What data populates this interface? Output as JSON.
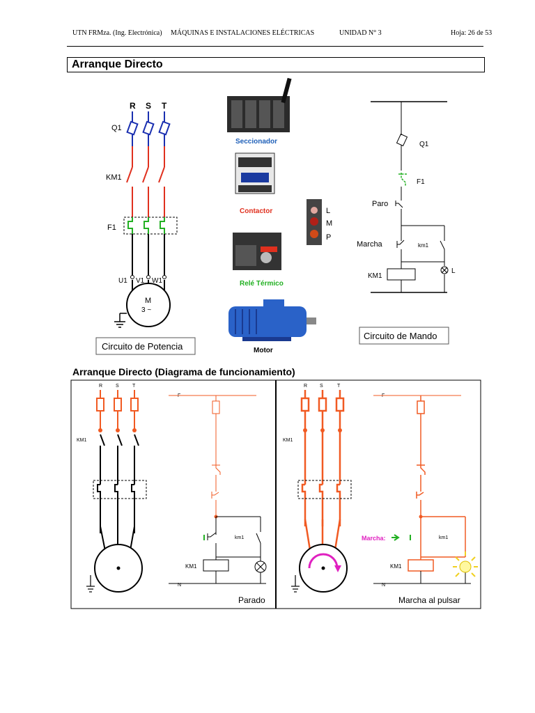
{
  "header": {
    "institution": "UTN  FRMza.  (Ing. Electrónica)",
    "course": "MÁQUINAS E INSTALACIONES ELÉCTRICAS",
    "unit": "UNIDAD N° 3",
    "page": "Hoja: 26 de 53"
  },
  "section_title": "Arranque Directo",
  "power_circuit": {
    "phases": [
      "R",
      "S",
      "T"
    ],
    "fuse_label": "Q1",
    "contactor_label": "KM1",
    "relay_label": "F1",
    "terminals": [
      "U1",
      "V1",
      "W1"
    ],
    "motor_label": "M",
    "motor_sub": "3 ~",
    "caption": "Circuito de Potencia"
  },
  "components": {
    "seccionador": "Seccionador",
    "contactor": "Contactor",
    "rele": "Relé Térmico",
    "motor": "Motor",
    "panel_labels": [
      "L",
      "M",
      "P"
    ]
  },
  "control_circuit": {
    "q1": "Q1",
    "f1": "F1",
    "paro": "Paro",
    "marcha": "Marcha",
    "km1_small": "km1",
    "km1_coil": "KM1",
    "lamp": "L",
    "caption": "Circuito de Mando"
  },
  "diagram_title": "Arranque Directo (Diagrama de funcionamiento)",
  "diagram": {
    "phases": [
      "R",
      "S",
      "T"
    ],
    "f": "F",
    "n": "N",
    "km1": "KM1",
    "km1_small": "km1",
    "left_caption": "Parado",
    "right_caption": "Marcha al pulsar",
    "marcha_label": "Marcha:"
  },
  "colors": {
    "red": "#e0301e",
    "blue": "#1a2fb0",
    "green": "#22b022",
    "orange": "#f15a22",
    "magenta": "#e020c0",
    "caption_blue": "#1e5fb8"
  }
}
